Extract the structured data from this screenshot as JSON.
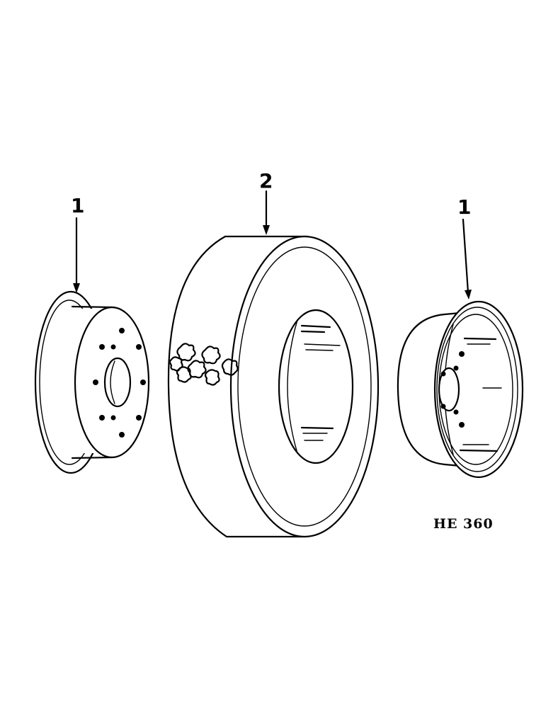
{
  "diagram": {
    "callouts": {
      "left_wheel": "1",
      "tire": "2",
      "right_wheel": "1"
    },
    "figure_code": "HE 360"
  }
}
